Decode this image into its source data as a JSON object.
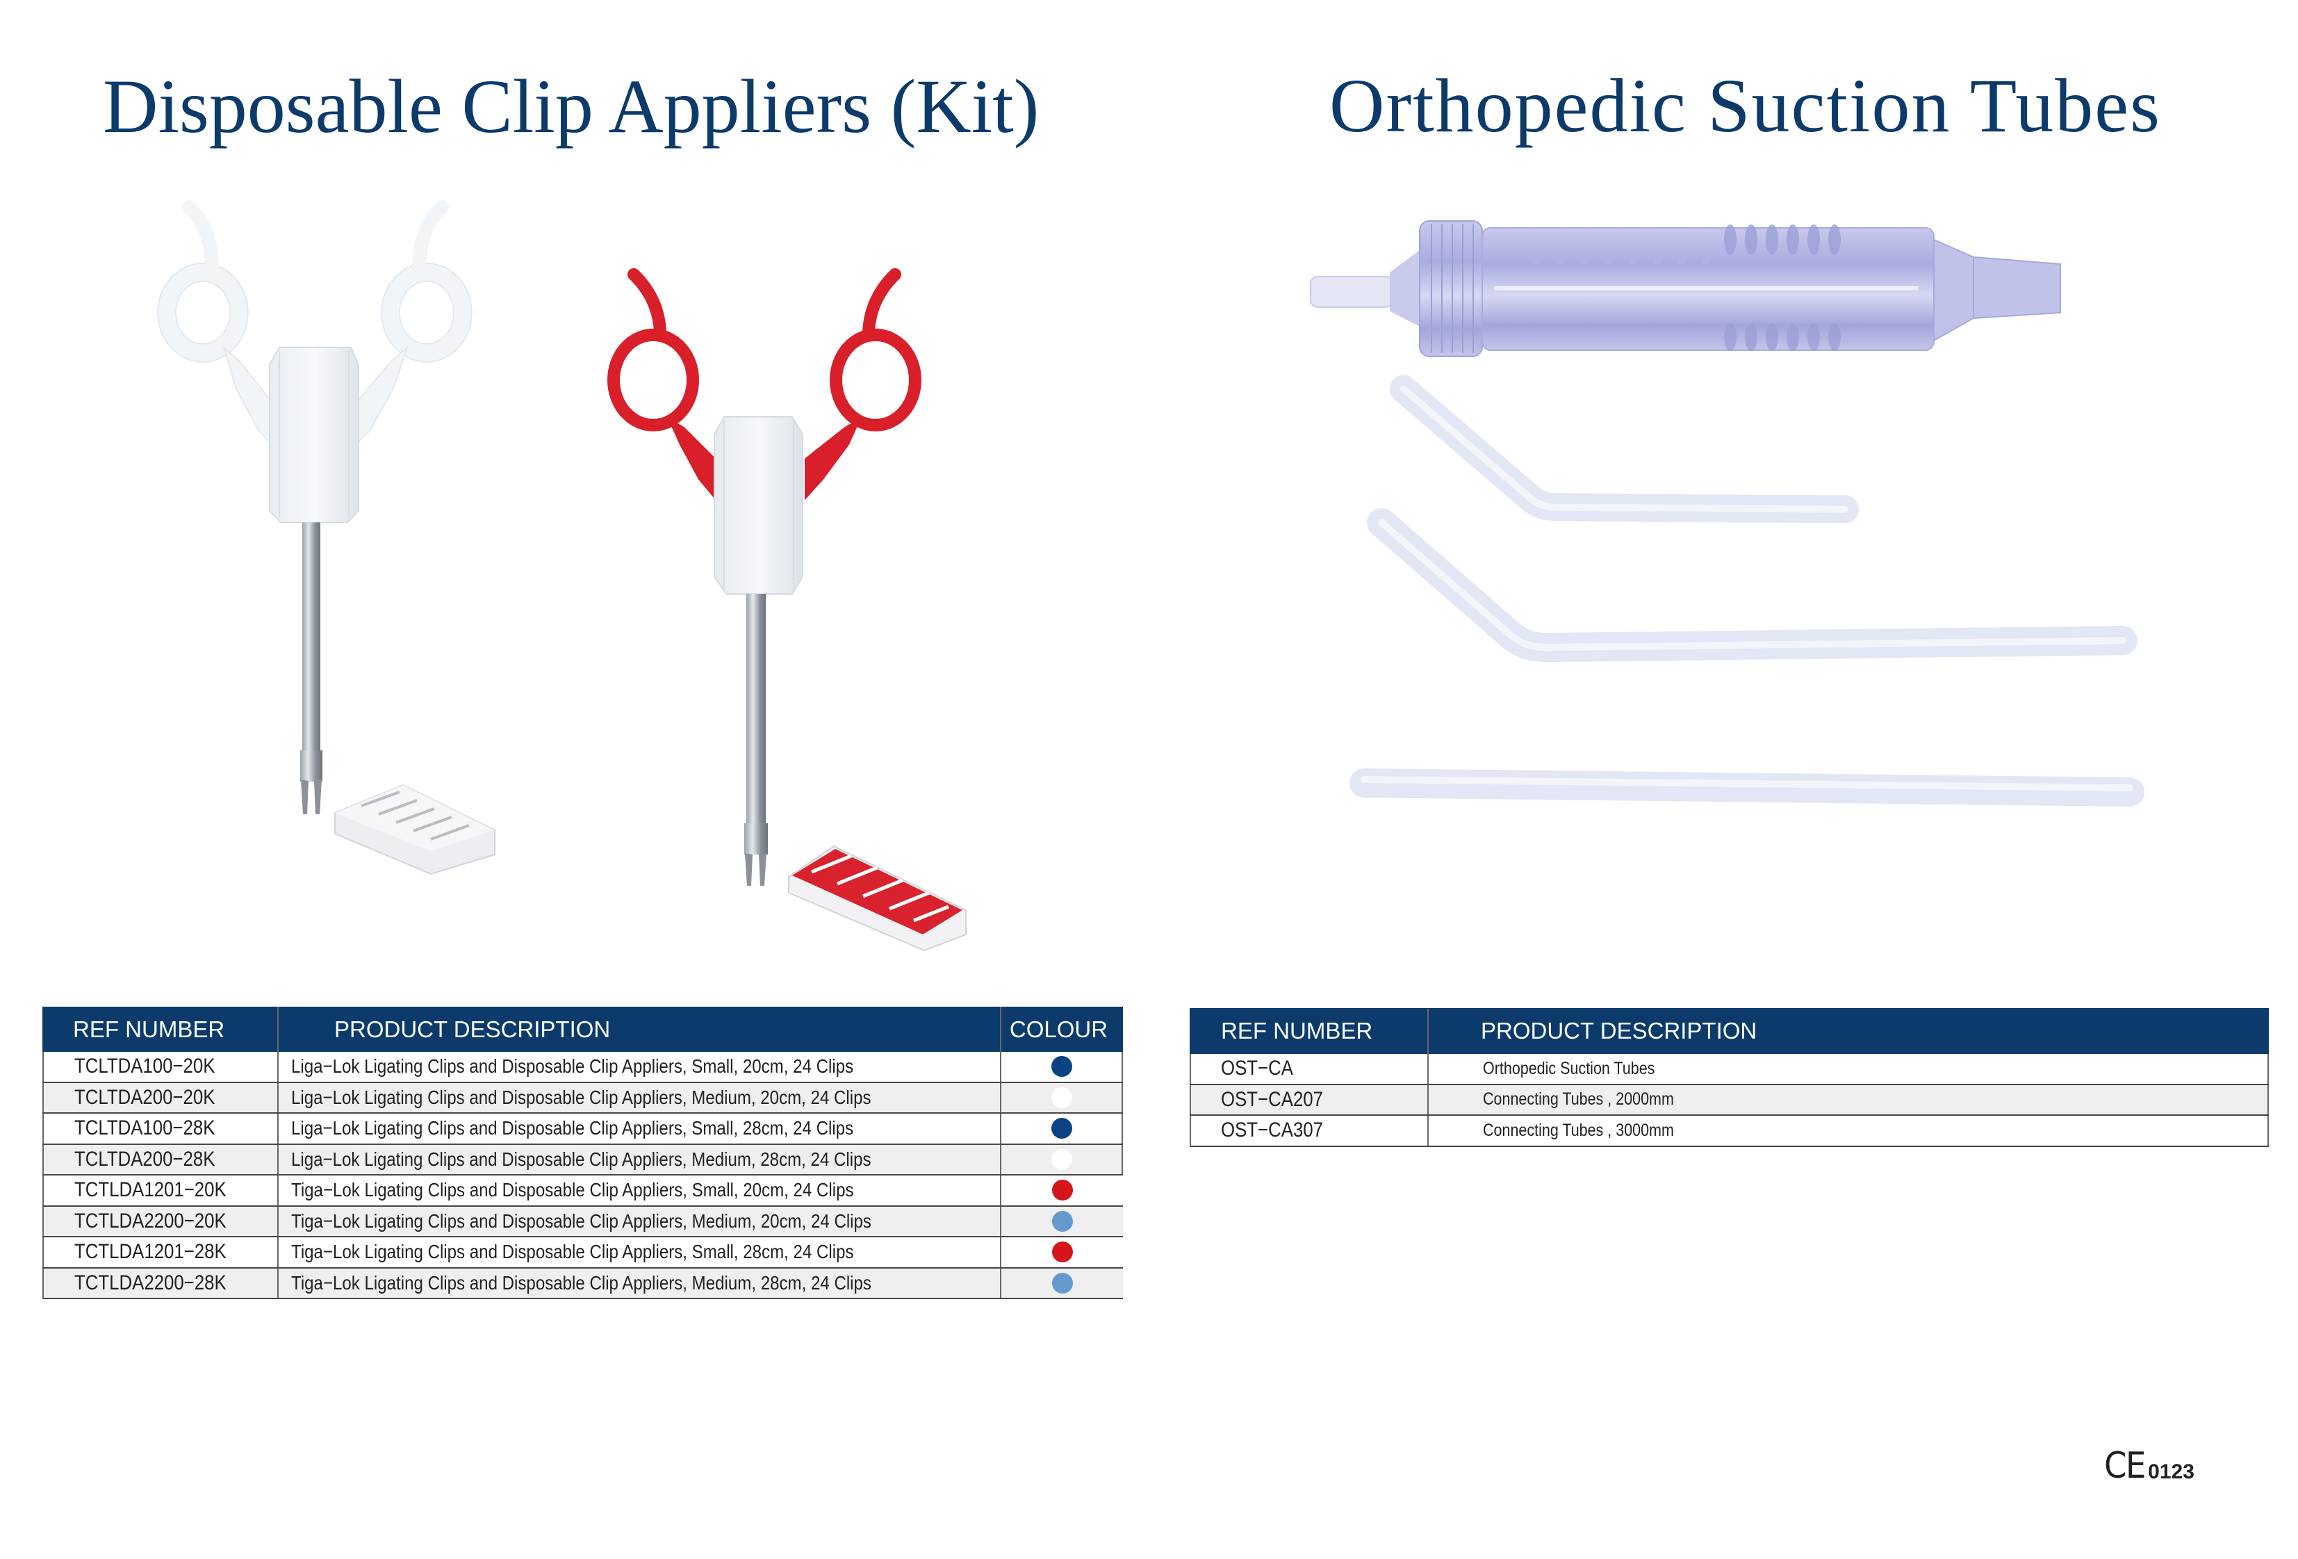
{
  "sections": {
    "left": {
      "title": "Disposable Clip Appliers (Kit)",
      "images": [
        {
          "name": "white-clip-applier",
          "handle_color": "#f4f6f8",
          "cartridge_color": "#e7e8ec"
        },
        {
          "name": "red-clip-applier",
          "handle_color": "#d81f2a",
          "cartridge_color": "#d8232f"
        }
      ],
      "table": {
        "headers": {
          "ref": "REF NUMBER",
          "desc": "PRODUCT DESCRIPTION",
          "colour": "COLOUR"
        },
        "rows": [
          {
            "ref": "TCLTDA100−20K",
            "desc": "Liga−Lok Ligating Clips and Disposable Clip Appliers, Small, 20cm, 24 Clips",
            "colour": "#0b4284",
            "colour_name": "dark-blue"
          },
          {
            "ref": "TCLTDA200−20K",
            "desc": "Liga−Lok Ligating Clips and Disposable Clip Appliers, Medium, 20cm, 24 Clips",
            "colour": "#ffffff",
            "colour_name": "white"
          },
          {
            "ref": "TCLTDA100−28K",
            "desc": "Liga−Lok Ligating Clips and Disposable Clip Appliers, Small, 28cm, 24 Clips",
            "colour": "#0b4284",
            "colour_name": "dark-blue"
          },
          {
            "ref": "TCLTDA200−28K",
            "desc": "Liga−Lok Ligating Clips and Disposable Clip Appliers, Medium, 28cm, 24 Clips",
            "colour": "#ffffff",
            "colour_name": "white"
          },
          {
            "ref": "TCTLDA1201−20K",
            "desc": "Tiga−Lok Ligating Clips and Disposable Clip Appliers, Small, 20cm, 24 Clips",
            "colour": "#d6141c",
            "colour_name": "red"
          },
          {
            "ref": "TCTLDA2200−20K",
            "desc": "Tiga−Lok Ligating Clips and Disposable Clip Appliers, Medium, 20cm, 24 Clips",
            "colour": "#6599d0",
            "colour_name": "light-blue"
          },
          {
            "ref": "TCTLDA1201−28K",
            "desc": "Tiga−Lok Ligating Clips and Disposable Clip Appliers, Small, 28cm, 24 Clips",
            "colour": "#d6141c",
            "colour_name": "red"
          },
          {
            "ref": "TCTLDA2200−28K",
            "desc": "Tiga−Lok Ligating Clips and Disposable Clip Appliers, Medium, 28cm, 24 Clips",
            "colour": "#6599d0",
            "colour_name": "light-blue"
          }
        ]
      }
    },
    "right": {
      "title": "Orthopedic Suction Tubes",
      "images": [
        {
          "name": "suction-handle",
          "color": "#b3b6e3"
        },
        {
          "name": "short-bent-tube",
          "color": "#e3e6f4"
        },
        {
          "name": "long-bent-tube",
          "color": "#e3e6f4"
        },
        {
          "name": "straight-tube",
          "color": "#e3e6f4"
        }
      ],
      "table": {
        "headers": {
          "ref": "REF NUMBER",
          "desc": "PRODUCT DESCRIPTION"
        },
        "rows": [
          {
            "ref": "OST−CA",
            "desc": "Orthopedic Suction Tubes"
          },
          {
            "ref": "OST−CA207",
            "desc": "Connecting Tubes , 2000mm"
          },
          {
            "ref": "OST−CA307",
            "desc": "Connecting Tubes , 3000mm"
          }
        ]
      }
    }
  },
  "footer": {
    "ce_mark": "CE",
    "notified_body": "0123"
  },
  "colors": {
    "title": "#0b3a6b",
    "table_header_bg": "#0b3a6b",
    "table_header_text": "#ffffff",
    "alt_row_bg": "#efefef",
    "body_text": "#231f20"
  }
}
